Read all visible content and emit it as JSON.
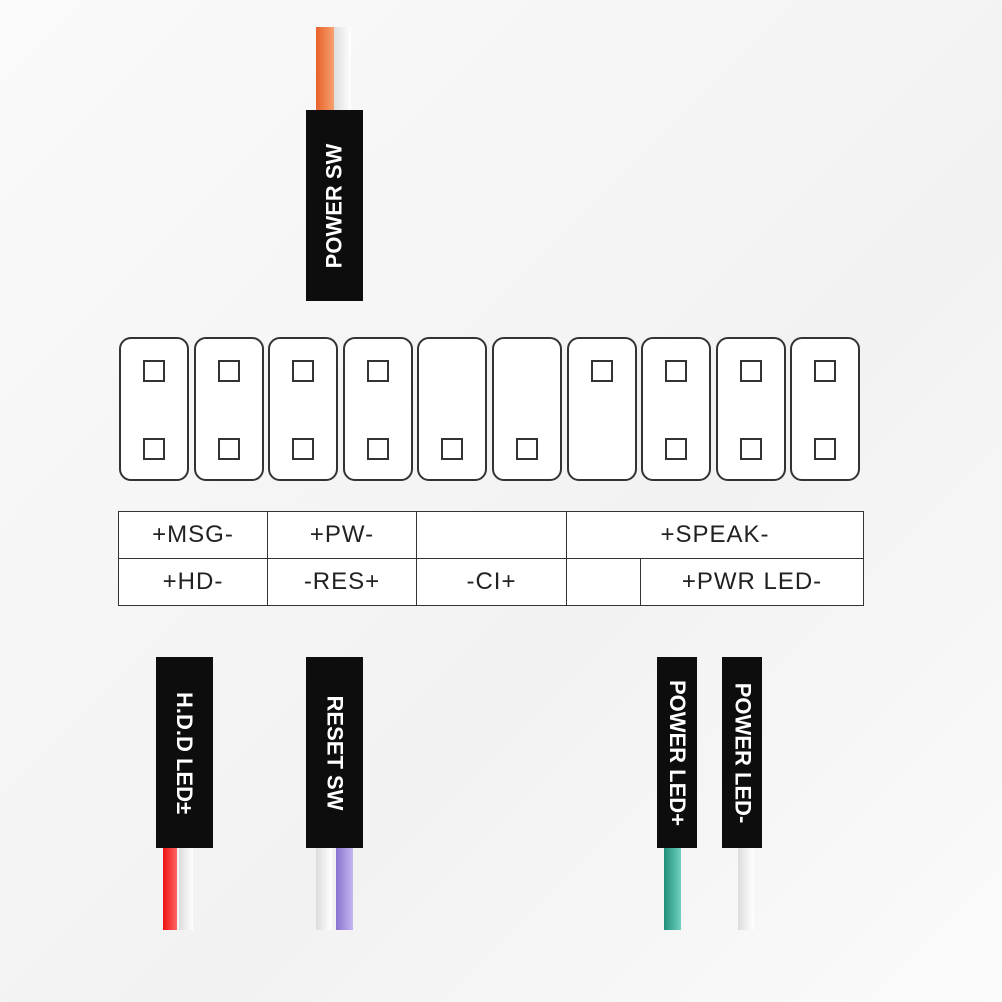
{
  "connectors": {
    "power_sw": {
      "label": "POWER SW",
      "wires": [
        "#f07a3a",
        "#eeeeee"
      ]
    },
    "hdd_led": {
      "label": "H.D.D LED±",
      "wires": [
        "#ee2222",
        "#eeeeee"
      ]
    },
    "reset_sw": {
      "label": "RESET SW",
      "wires": [
        "#eeeeee",
        "#9a86d8"
      ]
    },
    "power_led_plus": {
      "label": "POWER LED+",
      "wires": [
        "#2a9c88"
      ]
    },
    "power_led_minus": {
      "label": "POWER LED-",
      "wires": [
        "#eeeeee"
      ]
    }
  },
  "header": {
    "columns": 10,
    "top_pins": [
      true,
      true,
      true,
      true,
      false,
      false,
      true,
      true,
      true,
      true
    ],
    "bottom_pins": [
      true,
      true,
      true,
      true,
      true,
      true,
      false,
      true,
      true,
      true
    ]
  },
  "table": {
    "row1": [
      "+MSG-",
      "+PW-",
      "",
      "+SPEAK-"
    ],
    "row2": [
      "+HD-",
      "-RES+",
      "-CI+",
      "",
      "+PWR LED-"
    ]
  }
}
